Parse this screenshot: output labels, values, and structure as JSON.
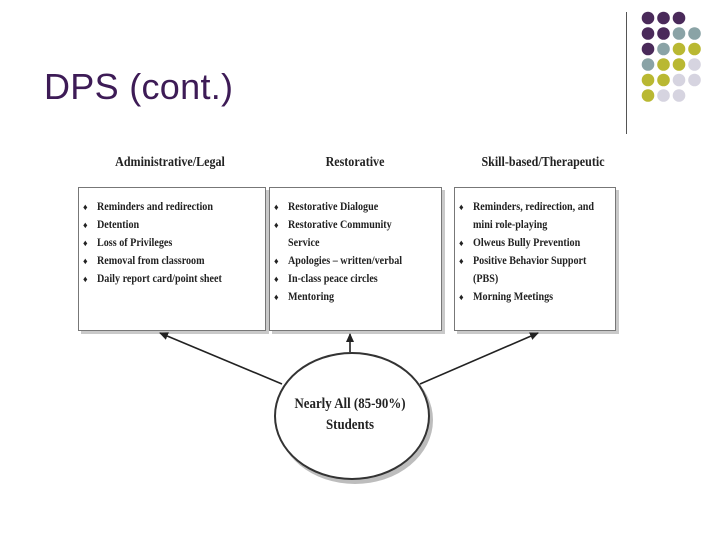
{
  "slide": {
    "title": "DPS (cont.)"
  },
  "diagram": {
    "columns": [
      {
        "heading": "Administrative/Legal",
        "items": [
          "Reminders and redirection",
          "Detention",
          "Loss of Privileges",
          "Removal from classroom",
          "Daily report card/point sheet"
        ]
      },
      {
        "heading": "Restorative",
        "items": [
          "Restorative Dialogue",
          "Restorative Community Service",
          "Apologies – written/verbal",
          "In-class peace circles",
          "Mentoring"
        ]
      },
      {
        "heading": "Skill-based/Therapeutic",
        "items": [
          "Reminders, redirection, and mini role-playing",
          "Olweus Bully Prevention",
          "Positive Behavior Support (PBS)",
          "Morning Meetings"
        ]
      }
    ],
    "center": {
      "line1": "Nearly All (85-90%)",
      "line2": "Students"
    }
  },
  "colors": {
    "title": "#3d1b56",
    "dot_purple": "#4a2a5a",
    "dot_teal": "#8aa3a6",
    "dot_olive": "#b9b832",
    "dot_lavender": "#d6d4e0"
  }
}
